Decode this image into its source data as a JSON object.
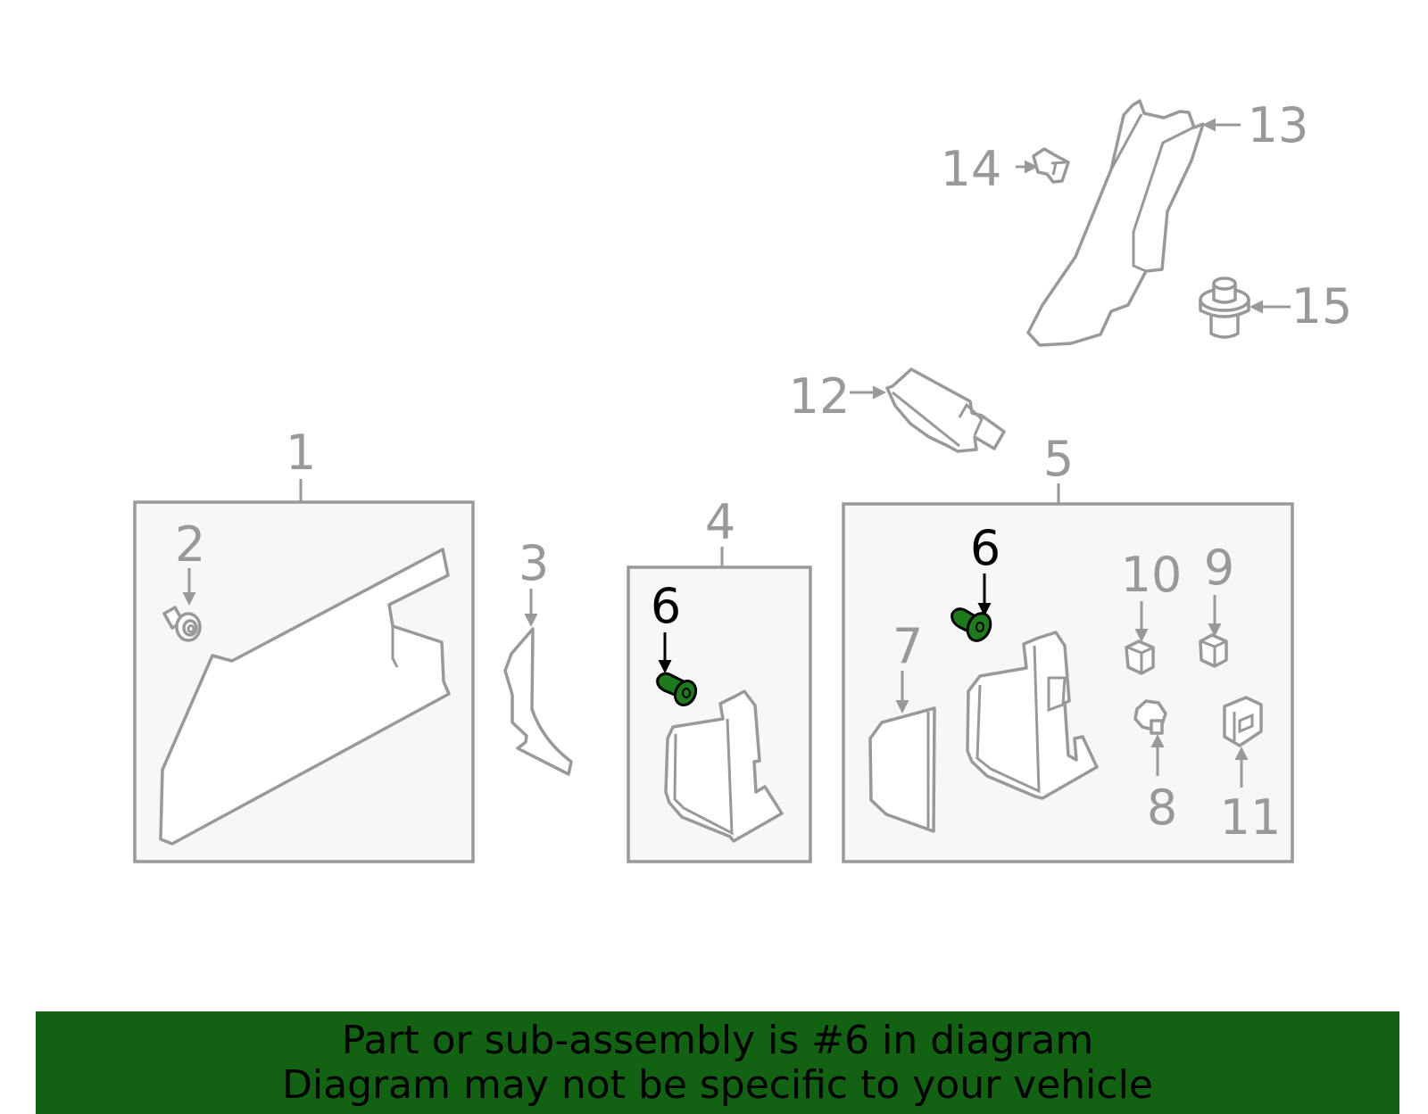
{
  "diagram": {
    "callouts": {
      "c1": "1",
      "c2": "2",
      "c3": "3",
      "c4": "4",
      "c5": "5",
      "c6a": "6",
      "c6b": "6",
      "c7": "7",
      "c8": "8",
      "c9": "9",
      "c10": "10",
      "c11": "11",
      "c12": "12",
      "c13": "13",
      "c14": "14",
      "c15": "15"
    },
    "highlighted_part": "6"
  },
  "colors": {
    "footer_bg": "#136213",
    "highlight": "#1d7a1d",
    "line": "#999999"
  },
  "footer": {
    "line1": "Part or sub-assembly is #6 in diagram",
    "line2": "Diagram may not be specific to your vehicle"
  }
}
